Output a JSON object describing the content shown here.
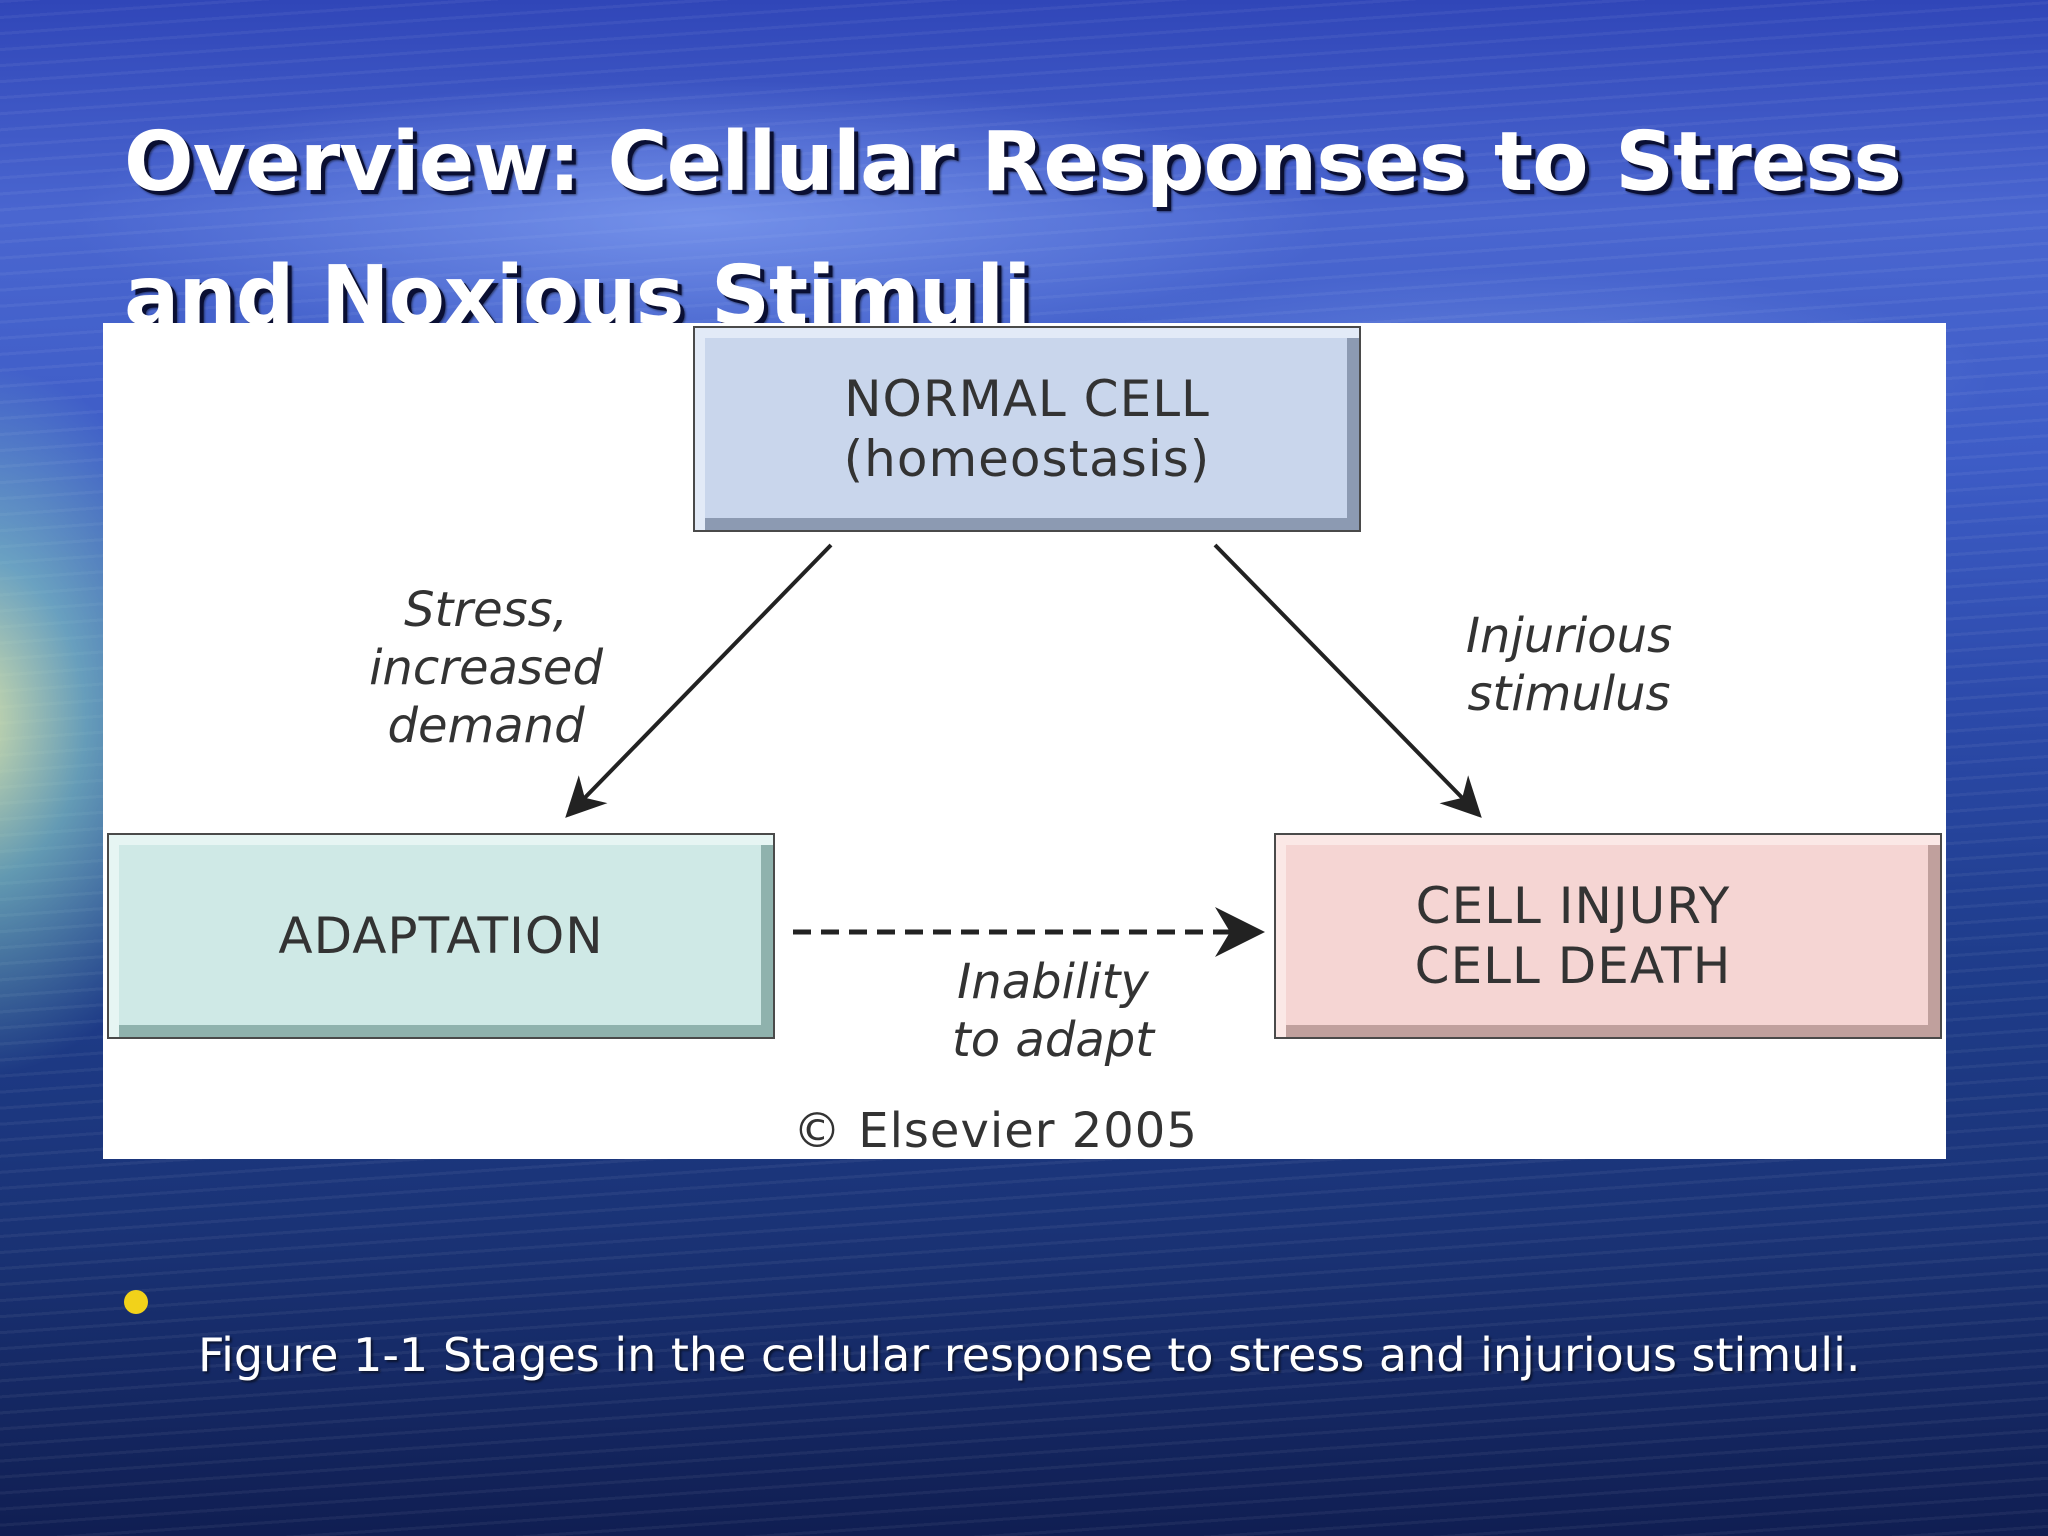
{
  "slide": {
    "title": "Overview: Cellular Responses to Stress and Noxious Stimuli"
  },
  "diagram": {
    "nodes": {
      "normal": {
        "line1": "NORMAL CELL",
        "line2": "(homeostasis)"
      },
      "adaptation": {
        "line1": "ADAPTATION"
      },
      "injury": {
        "line1": "CELL INJURY",
        "line2": "CELL DEATH"
      }
    },
    "edges": {
      "stress": {
        "line1": "Stress,",
        "line2": "increased",
        "line3": "demand"
      },
      "injurious": {
        "line1": "Injurious",
        "line2": "stimulus"
      },
      "inability": {
        "line1": "Inability",
        "line2": "to adapt"
      }
    },
    "copyright": "© Elsevier 2005"
  },
  "caption": "Figure 1-1 Stages in the cellular response to stress and injurious stimuli.",
  "colors": {
    "normal_box": "#c9d6ec",
    "adaptation_box": "#cfe9e6",
    "injury_box": "#f5d5d3",
    "bullet": "#f2d21a"
  }
}
